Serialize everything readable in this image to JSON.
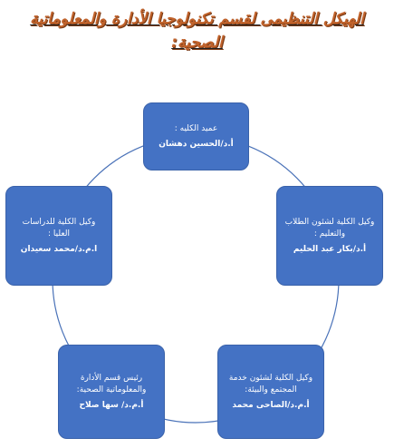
{
  "title": {
    "line1": "الهيكل التنظيمى لقسم تكنولوجيا الأدارة والمعلوماتية",
    "line2": "الصحية:"
  },
  "nodes": [
    {
      "id": "dean",
      "role": "عميد الكليه :",
      "person": "أ.د/الحسين دهشان"
    },
    {
      "id": "students",
      "role": "وكيل الكلية لشئون الطلاب والتعليم :",
      "person": "أ.د/بكار عبد الحليم"
    },
    {
      "id": "community",
      "role": "وكيل الكلية لشئون خدمة المجتمع والبيئة:",
      "person": "أ.م.د/الصاحى محمد"
    },
    {
      "id": "head",
      "role": "رئيس قسم الأدارة والمعلوماتية الصحية:",
      "person": "أ.م.د/ سها صلاح"
    },
    {
      "id": "grad",
      "role": "وكيل الكلية للدراسات العليا :",
      "person": "ا.م.د/محمد سعيدان"
    }
  ],
  "colors": {
    "node_fill": "#4472c4",
    "ring_stroke": "#4a72b8",
    "title_color": "#c0622b"
  }
}
